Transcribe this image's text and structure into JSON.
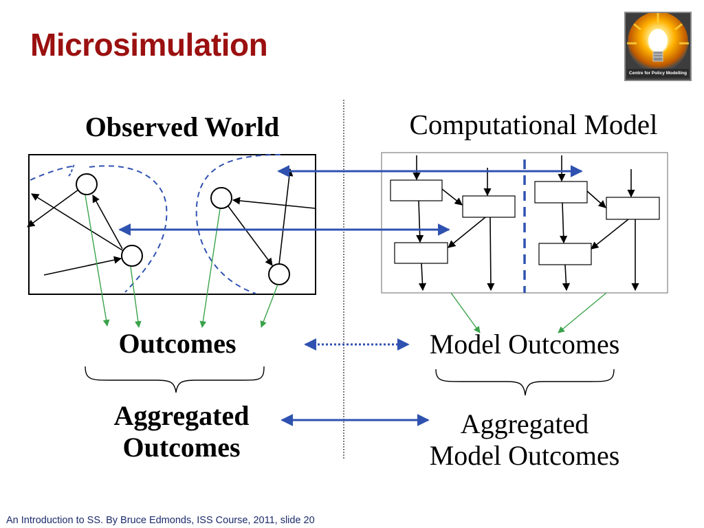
{
  "slide": {
    "title": "Microsimulation",
    "footer": "An Introduction to SS. By Bruce Edmonds,  ISS Course, 2011, slide 20"
  },
  "logo": {
    "text": "Centre for Policy Modelling",
    "icon": "light-bulb-icon"
  },
  "left": {
    "heading": "Observed World",
    "outcomes": "Outcomes",
    "aggregated_line1": "Aggregated",
    "aggregated_line2": "Outcomes"
  },
  "right": {
    "heading": "Computational Model",
    "outcomes": "Model Outcomes",
    "aggregated_line1": "Aggregated",
    "aggregated_line2": "Model Outcomes"
  },
  "colors": {
    "title": "#9b1010",
    "arrow_blue": "#2f52b0",
    "arrow_green": "#3aa24a",
    "footer": "#1a2a6c"
  }
}
